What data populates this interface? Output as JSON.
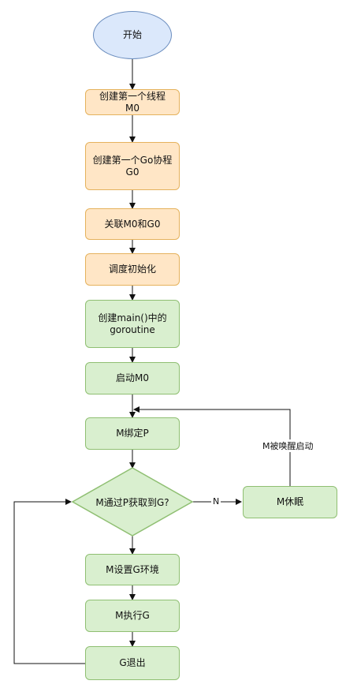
{
  "nodes": {
    "start": "开始",
    "create_m0_line1": "创建第一个线程",
    "create_m0_line2": "M0",
    "create_g0_line1": "创建第一个Go协程",
    "create_g0_line2": "G0",
    "link": "关联M0和G0",
    "sched_init": "调度初始化",
    "create_main_line1": "创建main()中的",
    "create_main_line2": "goroutine",
    "start_m0": "启动M0",
    "bind_p": "M绑定P",
    "get_g": "M通过P获取到G?",
    "m_sleep": "M休眠",
    "set_env": "M设置G环境",
    "exec_g": "M执行G",
    "g_exit": "G退出"
  },
  "edges": {
    "no_label": "N",
    "wakeup_label": "M被唤醒启动"
  },
  "colors": {
    "start_fill": "#dbe8fb",
    "start_stroke": "#6c8ebf",
    "orange_fill": "#ffe6c6",
    "orange_stroke": "#e5b25d",
    "green_fill": "#d9efcf",
    "green_stroke": "#8fbf72"
  }
}
